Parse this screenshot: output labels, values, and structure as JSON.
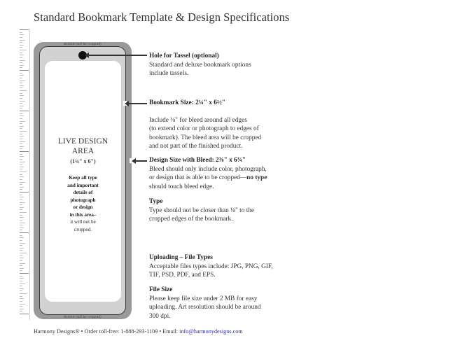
{
  "document": {
    "title": "Standard Bookmark Template & Design Specifications"
  },
  "ruler": {
    "unit": "inch",
    "major_tick_spacing_px": 58,
    "count_inches": 7
  },
  "bookmark": {
    "bleed_label_top": "BLEED (will be cropped)",
    "bleed_label_bottom": "BLEED (will be cropped)",
    "hole_icon": "tassel-hole",
    "live_area": {
      "title_line1": "LIVE DESIGN",
      "title_line2": "AREA",
      "dimensions": "(1¾\" x 6\")",
      "note_bold": [
        "Keep all type",
        "and important",
        "details of",
        "photograph",
        "or design",
        "in this area–"
      ],
      "note_regular": [
        "it will not be",
        "cropped."
      ]
    },
    "colors": {
      "bleed": "#999999",
      "trim_area": "#d2d2d2",
      "trim_line": "#3a3a3a",
      "live_area": "#ffffff",
      "hole": "#111111"
    }
  },
  "specs": {
    "tassel": {
      "heading": "Hole for Tassel (optional)",
      "body_line1": "Standard and deluxe bookmark options",
      "body_line2": "include tassels."
    },
    "bookmark_size": {
      "heading": "Bookmark Size: 2¼\" x 6½\"",
      "body_line1": "Include ⅛\" for bleed around all edges",
      "body_line2": "(to extend color or photograph to edges of",
      "body_line3": "bookmark). The bleed area will be cropped",
      "body_line4": "and not part of the finished product."
    },
    "design_size": {
      "heading": "Design Size with Bleed: 2⅜\" x 6¾\"",
      "body_line1": "Bleed should only include color, photograph,",
      "body_line2_pre": "or design that is able to be cropped—",
      "body_line2_bold": "no type",
      "body_line3": "should touch bleed edge."
    },
    "type": {
      "heading": "Type",
      "body_line1": "Type should not be closer than ⅛\" to the",
      "body_line2": "cropped edges of the bookmark."
    },
    "uploading": {
      "heading": "Uploading – File Types",
      "body_line1": "Acceptable files types include: JPG, PNG, GIF,",
      "body_line2": "TIF, PSD, PDF, and EPS."
    },
    "file_size": {
      "heading": "File Size",
      "body_line1": "Please keep file size under 2 MB for easy",
      "body_line2": "uploading. Art resolution should be around",
      "body_line3": "300 dpi."
    }
  },
  "footer": {
    "company": "Harmony Designs®",
    "separator": " • ",
    "phone_label": "Order toll-free: 1-888-293-1109",
    "email_label": "Email: ",
    "email": "info@harmonydesigns.com",
    "link_color": "#2b2b9a"
  }
}
